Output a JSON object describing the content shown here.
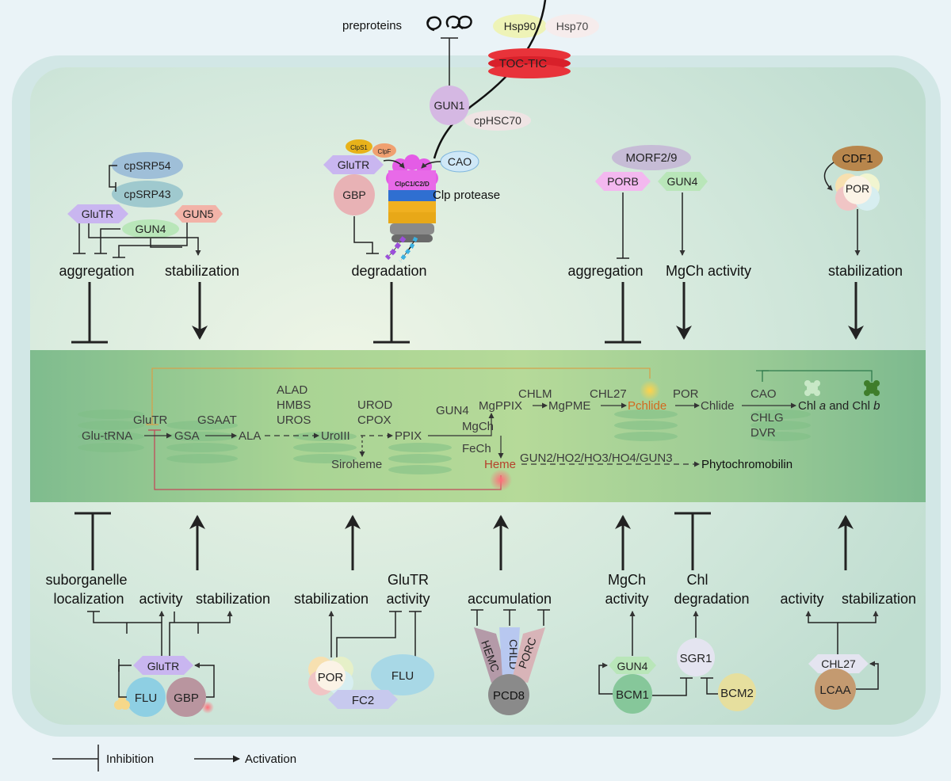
{
  "top": {
    "preproteins": "preproteins",
    "hsp90": "Hsp90",
    "hsp70": "Hsp70",
    "toc_tic": "TOC-TIC",
    "gun1": "GUN1",
    "cphsc70": "cpHSC70"
  },
  "panel1": {
    "cpsrp54": "cpSRP54",
    "cpsrp43": "cpSRP43",
    "glutr": "GluTR",
    "gun5": "GUN5",
    "gun4": "GUN4",
    "aggregation": "aggregation",
    "stabilization": "stabilization"
  },
  "panel2": {
    "clps1": "ClpS1",
    "clpf": "ClpF",
    "glutr": "GluTR",
    "cao": "CAO",
    "gbp": "GBP",
    "clpc": "ClpC1/C2/D",
    "clp_protease": "Clp protease",
    "degradation": "degradation"
  },
  "panel3": {
    "morf": "MORF2/9",
    "porb": "PORB",
    "gun4": "GUN4",
    "aggregation": "aggregation",
    "mgch_activity": "MgCh activity"
  },
  "panel4": {
    "cdf1": "CDF1",
    "por": "POR",
    "stabilization": "stabilization"
  },
  "pathway": {
    "glu_trna": "Glu-tRNA",
    "glutr": "GluTR",
    "gsa": "GSA",
    "gsaat": "GSAAT",
    "ala": "ALA",
    "alad": "ALAD",
    "hmbs": "HMBS",
    "uros": "UROS",
    "uroiii": "UroIII",
    "urod": "UROD",
    "cpox": "CPOX",
    "ppix": "PPIX",
    "siroheme": "Siroheme",
    "gun4": "GUN4",
    "mgch": "MgCh",
    "fech": "FeCh",
    "mgppix": "MgPPIX",
    "chlm": "CHLM",
    "mgpme": "MgPME",
    "chl27": "CHL27",
    "pchlide": "Pchlide",
    "por": "POR",
    "chlide": "Chlide",
    "cao": "CAO",
    "chlg": "CHLG",
    "dvr": "DVR",
    "chl_ab_1": "Chl",
    "chl_ab_a": "a",
    "chl_ab_and": "and Chl",
    "chl_ab_b": "b",
    "heme": "Heme",
    "gun_list": "GUN2/HO2/HO3/HO4/GUN3",
    "phytochromobilin": "Phytochromobilin"
  },
  "bottom1": {
    "suborganelle": "suborganelle",
    "localization": "localization",
    "activity": "activity",
    "stabilization": "stabilization",
    "glutr": "GluTR",
    "flu": "FLU",
    "gbp": "GBP"
  },
  "bottom2": {
    "stabilization": "stabilization",
    "glutr": "GluTR",
    "activity": "activity",
    "por": "POR",
    "flu": "FLU",
    "fc2": "FC2"
  },
  "bottom3": {
    "accumulation": "accumulation",
    "hemc": "HEMC",
    "chld": "CHLD",
    "porc": "PORC",
    "pcd8": "PCD8"
  },
  "bottom4": {
    "mgch": "MgCh",
    "activity": "activity",
    "chl": "Chl",
    "degradation": "degradation",
    "gun4": "GUN4",
    "bcm1": "BCM1",
    "sgr1": "SGR1",
    "bcm2": "BCM2"
  },
  "bottom5": {
    "activity": "activity",
    "stabilization": "stabilization",
    "chl27": "CHL27",
    "lcaa": "LCAA"
  },
  "legend": {
    "inhibition": "Inhibition",
    "activation": "Activation"
  },
  "colors": {
    "outer_bg": "#eaf3f7",
    "chloroplast": "#d6e9e0",
    "pathway_band": "#a6d4a2",
    "glutr": "#c9b6f0",
    "gun5": "#f2b3a8",
    "gun4": "#a9e0a9",
    "heme_red": "#c0392b",
    "pchlide_orange": "#d2691e"
  }
}
